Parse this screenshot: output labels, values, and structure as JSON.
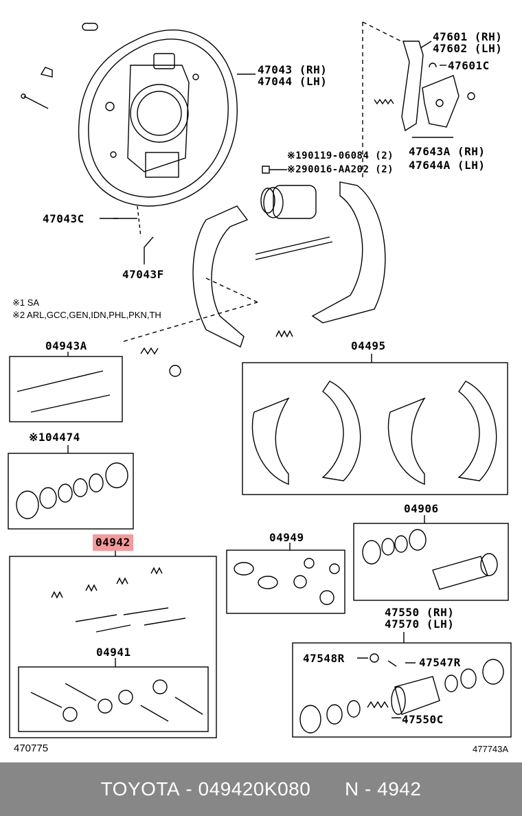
{
  "labels": {
    "backing_plate_rh": "47043 (RH)",
    "backing_plate_lh": "47044 (LH)",
    "lever_rh": "47601 (RH)",
    "lever_lh": "47602 (LH)",
    "lever_clip": "47601C",
    "lever_sub_rh": "47643A (RH)",
    "lever_sub_lh": "47644A (LH)",
    "bolt_1": "※190119-06084 (2)",
    "bolt_2": "※290016-AA202 (2)",
    "plug_c": "47043C",
    "plug_f": "47043F",
    "note_1": "※1 SA",
    "note_2": "※2 ARL,GCC,GEN,IDN,PHL,PKN,TH",
    "kit_04943a": "04943A",
    "kit_04495": "04495",
    "kit_04474": "※104474",
    "kit_04942": "04942",
    "kit_04949": "04949",
    "kit_04906": "04906",
    "kit_04941": "04941",
    "cyl_rh": "47550 (RH)",
    "cyl_lh": "47570 (LH)",
    "bleeder": "47548R",
    "bleeder_cap": "47547R",
    "cyl_cup": "47550C",
    "code_left": "470775",
    "code_right": "477743A"
  },
  "banner": {
    "brand": "TOYOTA",
    "part_number": "049420K080",
    "ref": "N - 4942"
  },
  "highlight_color": "#f59a9a",
  "banner_color": "#878787"
}
